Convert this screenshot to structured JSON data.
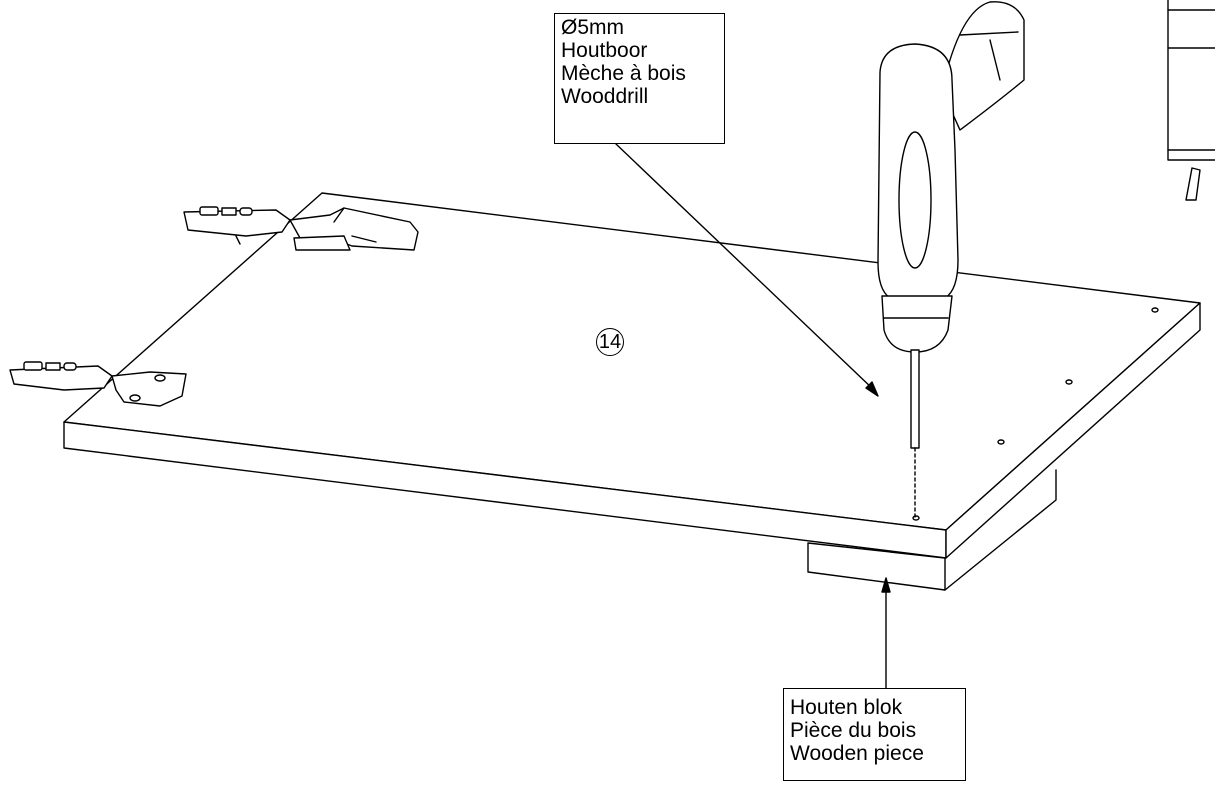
{
  "drill_callout": {
    "lines": [
      "Ø5mm",
      "Houtboor",
      "Mèche à bois",
      "Wooddrill"
    ]
  },
  "block_callout": {
    "lines": [
      "Houten blok",
      "Pièce du bois",
      "Wooden piece"
    ]
  },
  "part_number": "14"
}
